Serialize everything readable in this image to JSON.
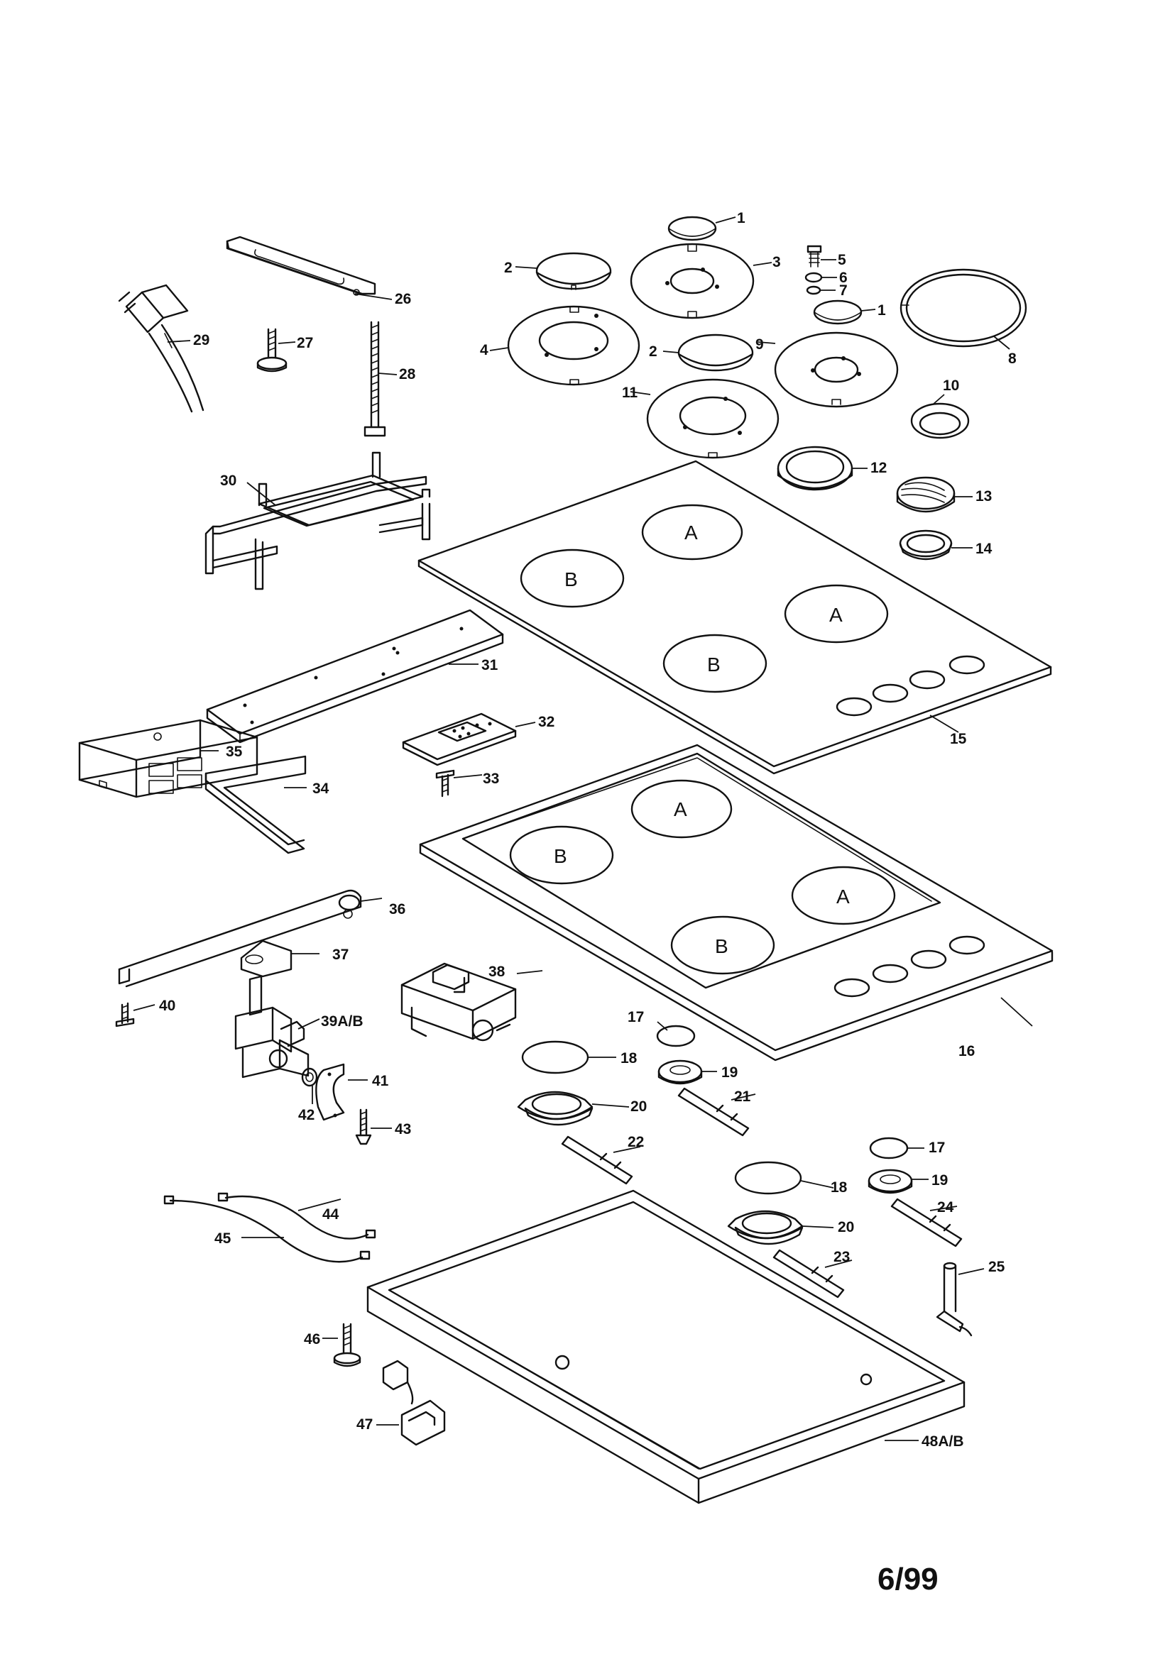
{
  "footer": {
    "date_code": "6/99"
  },
  "burner_hole_labels": {
    "large": "A",
    "small": "B"
  },
  "callouts": {
    "p1": "1",
    "p2": "2",
    "p3": "3",
    "p4": "4",
    "p5": "5",
    "p6": "6",
    "p7": "7",
    "p8": "8",
    "p9": "9",
    "p10": "10",
    "p11": "11",
    "p12": "12",
    "p13": "13",
    "p14": "14",
    "p15": "15",
    "p16": "16",
    "p17": "17",
    "p18": "18",
    "p19": "19",
    "p20": "20",
    "p21": "21",
    "p22": "22",
    "p23": "23",
    "p24": "24",
    "p25": "25",
    "p26": "26",
    "p27": "27",
    "p28": "28",
    "p29": "29",
    "p30": "30",
    "p31": "31",
    "p32": "32",
    "p33": "33",
    "p34": "34",
    "p35": "35",
    "p36": "36",
    "p37": "37",
    "p38": "38",
    "p39": "39A/B",
    "p40": "40",
    "p41": "41",
    "p42": "42",
    "p43": "43",
    "p44": "44",
    "p45": "45",
    "p46": "46",
    "p47": "47",
    "p48": "48A/B"
  }
}
